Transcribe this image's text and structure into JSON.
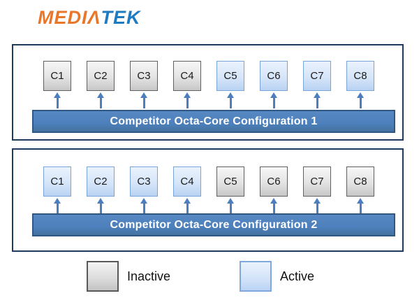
{
  "logo": {
    "text_orange": "MEDIΛ",
    "text_blue": "TEK",
    "orange_color": "#E8772A",
    "blue_color": "#1E7BC0"
  },
  "diagrams": [
    {
      "label": "Competitor Octa-Core Configuration 1",
      "cores": [
        {
          "id": "C1",
          "state": "inactive"
        },
        {
          "id": "C2",
          "state": "inactive"
        },
        {
          "id": "C3",
          "state": "inactive"
        },
        {
          "id": "C4",
          "state": "inactive"
        },
        {
          "id": "C5",
          "state": "active"
        },
        {
          "id": "C6",
          "state": "active"
        },
        {
          "id": "C7",
          "state": "active"
        },
        {
          "id": "C8",
          "state": "active"
        }
      ]
    },
    {
      "label": "Competitor Octa-Core Configuration 2",
      "cores": [
        {
          "id": "C1",
          "state": "active"
        },
        {
          "id": "C2",
          "state": "active"
        },
        {
          "id": "C3",
          "state": "active"
        },
        {
          "id": "C4",
          "state": "active"
        },
        {
          "id": "C5",
          "state": "inactive"
        },
        {
          "id": "C6",
          "state": "inactive"
        },
        {
          "id": "C7",
          "state": "inactive"
        },
        {
          "id": "C8",
          "state": "inactive"
        }
      ]
    }
  ],
  "legend": {
    "items": [
      {
        "label": "Inactive",
        "state": "inactive"
      },
      {
        "label": "Active",
        "state": "active"
      }
    ]
  },
  "colors": {
    "panel_border": "#1E3A5F",
    "bar_fill": "#4D80BC",
    "bar_border": "#2F5984",
    "bar_text": "#FFFFFF",
    "arrow": "#4C7EBD",
    "inactive_fill_top": "#F6F6F6",
    "inactive_fill_bottom": "#C7C7C7",
    "inactive_border": "#606060",
    "active_fill_top": "#EAF2FD",
    "active_fill_bottom": "#B9D3F2",
    "active_border": "#79A4D9"
  }
}
